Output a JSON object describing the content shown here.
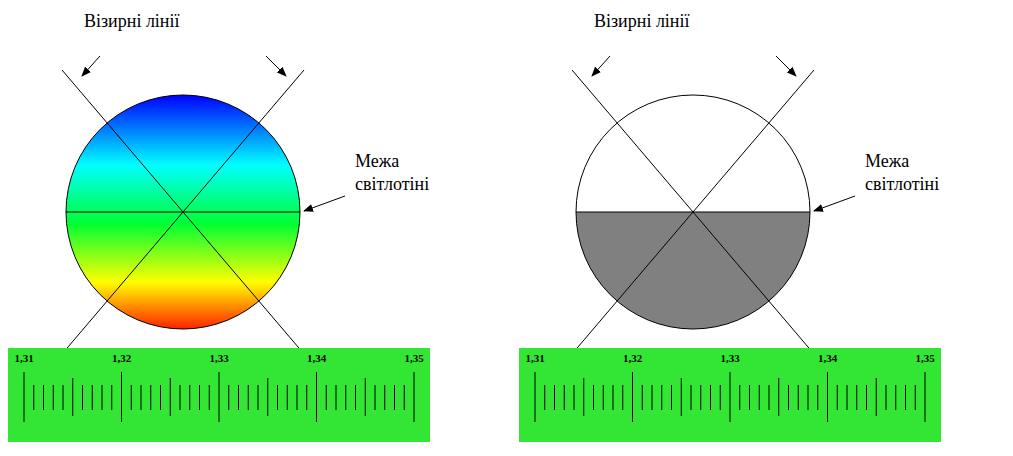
{
  "diagram": {
    "labels": [
      "Візирні лінії",
      "Межа світлотіні",
      "1,31",
      "1,32",
      "1,33",
      "1,34",
      "1,35",
      "Візирні лінії",
      "Межа світлотіні",
      "1,31",
      "1,32",
      "1,33",
      "1,34",
      "1,35"
    ]
  }
}
